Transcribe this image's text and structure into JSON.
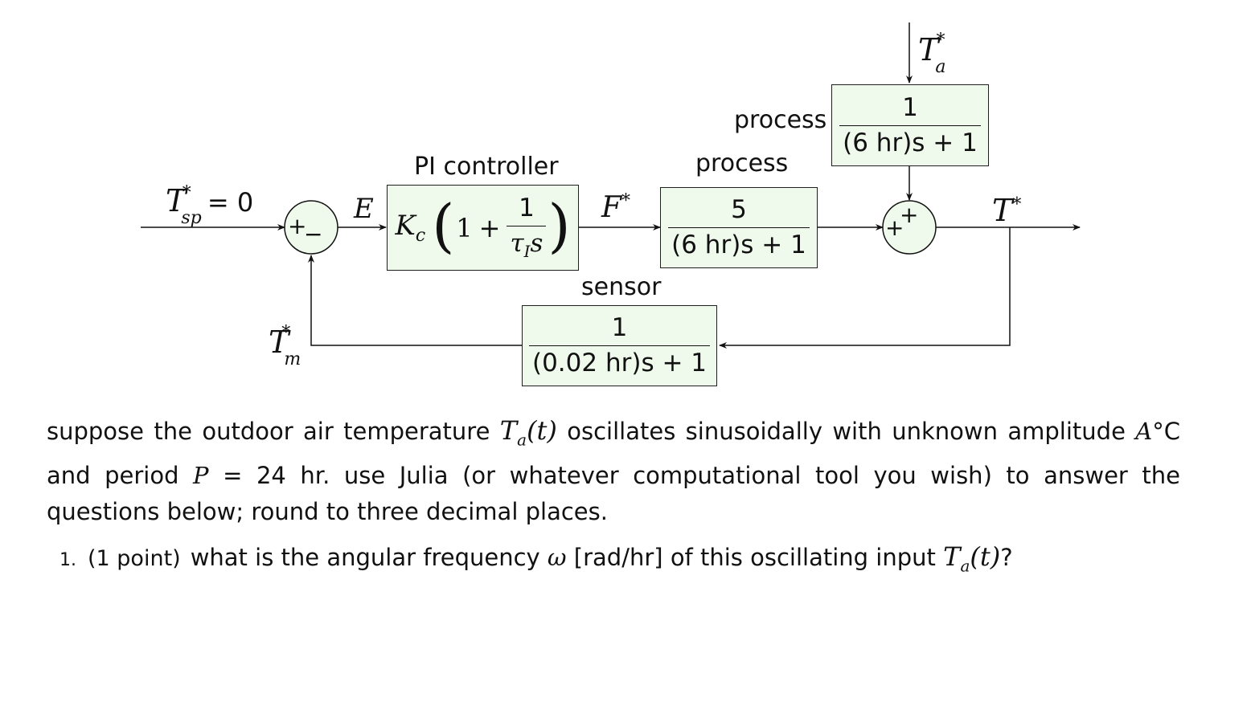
{
  "diagram": {
    "setpoint": {
      "symbol": "T",
      "sub": "sp",
      "sup": "*",
      "eq": " = 0"
    },
    "error": "E",
    "controller": {
      "title": "PI controller",
      "gain": "K",
      "gain_sub": "c",
      "one": "1",
      "plus": "+",
      "num": "1",
      "den": "τ",
      "den_sub": "I",
      "den_s": "s"
    },
    "flow": {
      "symbol": "F",
      "sup": "*"
    },
    "process_main": {
      "title": "process",
      "num": "5",
      "den": "(6 hr)s + 1"
    },
    "process_disturbance": {
      "title": "process",
      "num": "1",
      "den": "(6 hr)s + 1"
    },
    "disturbance_input": {
      "symbol": "T",
      "sub": "a",
      "sup": "*"
    },
    "output": {
      "symbol": "T",
      "sup": "*"
    },
    "sensor": {
      "title": "sensor",
      "num": "1",
      "den": "(0.02 hr)s + 1"
    },
    "measured": {
      "symbol": "T",
      "sub": "m",
      "sup": "*"
    },
    "sum1": {
      "plus": "+",
      "minus": "−"
    },
    "sum2": {
      "plus_top": "+",
      "plus_left": "+"
    }
  },
  "text": {
    "para_1": "suppose the outdoor air temperature ",
    "Ta": "T",
    "Ta_sub": "a",
    "Ta_arg": "(t)",
    "para_2": " oscillates sinusoidally with unknown amplitude ",
    "amp": "A",
    "amp_unit": "°C",
    "para_3": " and period ",
    "period_sym": "P",
    "period_eq": " = 24",
    "period_unit": " hr",
    "para_4": ". use Julia (or whatever computational tool you wish) to answer the questions below; round to three decimal places."
  },
  "question": {
    "number": "1.",
    "points": "(1 point)",
    "text_1": "what is the angular frequency ",
    "omega": "ω",
    "text_2": " [rad/hr] of this oscillating input ",
    "Ta": "T",
    "Ta_sub": "a",
    "Ta_arg": "(t)",
    "end": "?"
  }
}
